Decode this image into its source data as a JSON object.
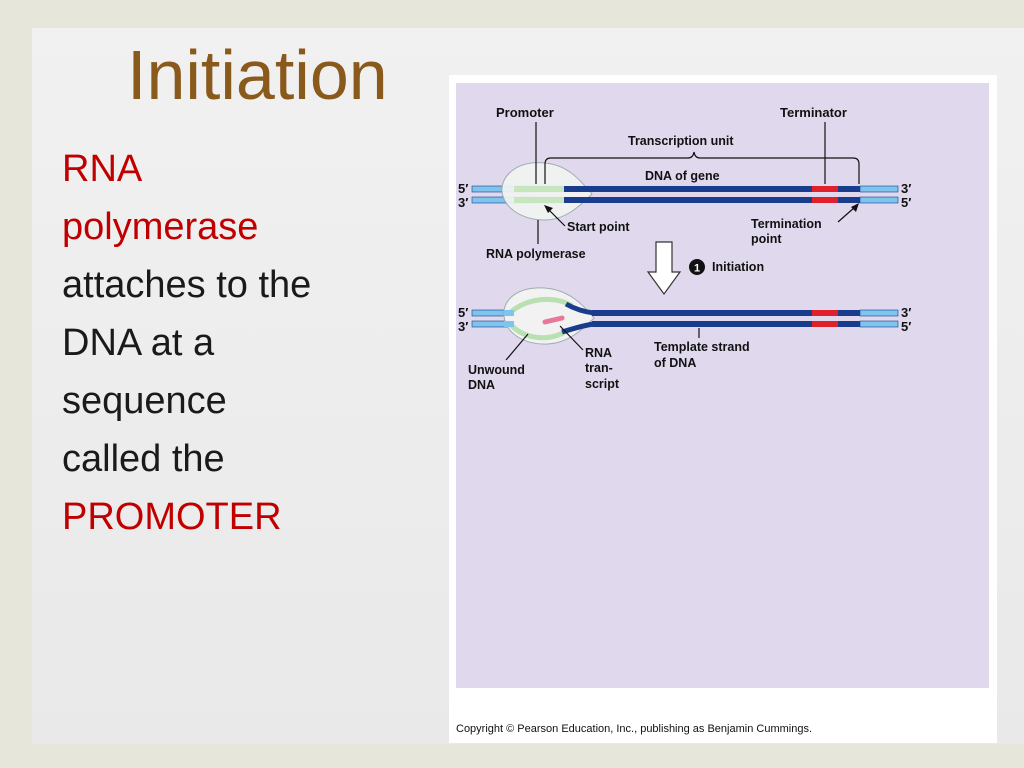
{
  "slide": {
    "title": "Initiation",
    "body": {
      "line1": "RNA",
      "line2": "polymerase",
      "line3": "attaches to the",
      "line4": "DNA at a",
      "line5": "sequence",
      "line6": "called the",
      "line7": "PROMOTER"
    }
  },
  "figure": {
    "labels": {
      "promoter": "Promoter",
      "terminator": "Terminator",
      "transcription_unit": "Transcription unit",
      "dna_of_gene": "DNA of gene",
      "start_point": "Start point",
      "rna_polymerase": "RNA polymerase",
      "termination_point_1": "Termination",
      "termination_point_2": "point",
      "step_number": "1",
      "step_label": "Initiation",
      "unwound_dna_1": "Unwound",
      "unwound_dna_2": "DNA",
      "rna_transcript_1": "RNA",
      "rna_transcript_2": "tran-",
      "rna_transcript_3": "script",
      "template_strand_1": "Template strand",
      "template_strand_2": "of DNA",
      "five_prime": "5′",
      "three_prime": "3′"
    },
    "copyright": "Copyright © Pearson Education, Inc., publishing as Benjamin Cummings.",
    "colors": {
      "panel": "#e0d9ee",
      "strand_light": "#7fc4ec",
      "strand_dark": "#1a3c8c",
      "promoter_region": "#b9e0b0",
      "terminator_region": "#e0202a",
      "polymerase": "#f2f4f2",
      "rna_transcript": "#e8789a"
    }
  }
}
